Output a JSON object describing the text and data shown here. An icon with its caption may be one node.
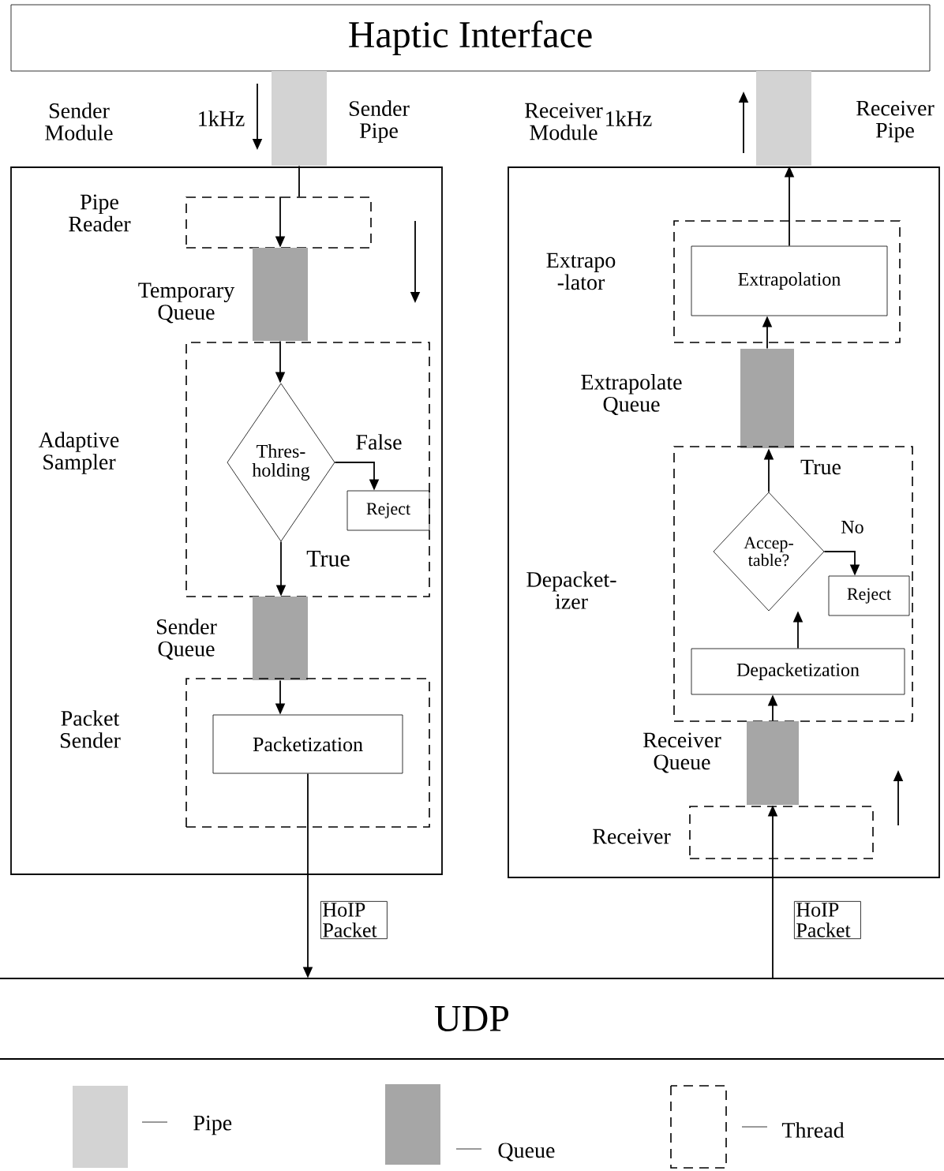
{
  "diagram": {
    "nodes": [
      {
        "text": [
          "Haptic Interface"
        ]
      },
      {
        "text": [
          "Sender Module"
        ]
      },
      {
        "text": [],
        "shape": "bar",
        "beside": [
          "Sender Pipe"
        ]
      },
      {
        "text": [],
        "shape": "box",
        "in": 1,
        "beside": [
          "Pipe Reader"
        ]
      },
      {
        "text": [],
        "shape": "bar",
        "in": 1,
        "beside": [
          "Temporary Queue"
        ]
      },
      {
        "text": [],
        "shape": "box",
        "in": 1,
        "beside": [
          "Adaptive Sampler"
        ]
      },
      {
        "text": [
          "Thres- holding"
        ],
        "in": 5
      },
      {
        "text": [
          "Reject"
        ],
        "in": 5
      },
      {
        "text": [],
        "shape": "bar",
        "in": 1,
        "beside": [
          "Sender Queue"
        ]
      },
      {
        "text": [],
        "shape": "box",
        "in": 1,
        "beside": [
          "Packet Sender"
        ]
      },
      {
        "text": [
          "Packetization"
        ],
        "in": 9
      },
      {
        "text": [
          "Receiver Module"
        ]
      },
      {
        "text": [],
        "shape": "bar",
        "beside": [
          "Receiver Pipe"
        ]
      },
      {
        "text": [],
        "shape": "box",
        "in": 11,
        "beside": [
          "Extrapo -lator"
        ]
      },
      {
        "text": [
          "Extrapolation"
        ],
        "in": 13
      },
      {
        "text": [],
        "shape": "bar",
        "in": 11,
        "beside": [
          "Extrapolate Queue"
        ]
      },
      {
        "text": [],
        "shape": "box",
        "in": 11,
        "beside": [
          "Depacket- izer"
        ]
      },
      {
        "text": [
          "Accep- table?"
        ],
        "in": 16
      },
      {
        "text": [
          "Reject"
        ],
        "in": 16
      },
      {
        "text": [
          "Depacketization"
        ],
        "in": 16
      },
      {
        "text": [],
        "shape": "bar",
        "in": 11,
        "beside": [
          "Receiver Queue"
        ]
      },
      {
        "text": [],
        "shape": "box",
        "in": 11,
        "beside": [
          "Receiver"
        ]
      },
      {
        "text": [
          "UDP"
        ]
      }
    ],
    "edges": [
      {
        "from": 2,
        "to": 3,
        "arrow": "none"
      },
      {
        "from": 3,
        "to": 4,
        "arrow": "to"
      },
      {
        "from": 4,
        "to": 6,
        "arrow": "to"
      },
      {
        "from": 6,
        "to": 7,
        "arrow": "to",
        "label": "False"
      },
      {
        "from": 6,
        "to": 8,
        "arrow": "to",
        "label": "True"
      },
      {
        "from": 8,
        "to": 10,
        "arrow": "to"
      },
      {
        "from": 10,
        "to": 22,
        "arrow": "to",
        "label": "HoIP Packet"
      },
      {
        "from": 22,
        "to": 21,
        "arrow": "none",
        "label": "HoIP Packet"
      },
      {
        "from": 21,
        "to": 20,
        "arrow": "to"
      },
      {
        "from": 20,
        "to": 19,
        "arrow": "to"
      },
      {
        "from": 19,
        "to": 17,
        "arrow": "to"
      },
      {
        "from": 17,
        "to": 18,
        "arrow": "to",
        "label": "No"
      },
      {
        "from": 17,
        "to": 15,
        "arrow": "to",
        "label": "True"
      },
      {
        "from": 15,
        "to": 14,
        "arrow": "to"
      },
      {
        "from": 14,
        "to": 12,
        "arrow": "to"
      }
    ],
    "labels": [
      "1kHz",
      "1kHz"
    ],
    "legend": [
      {
        "text": "Pipe",
        "color": "#d3d3d3"
      },
      {
        "text": "Queue",
        "color": "#a6a6a6"
      },
      {
        "text": "Thread"
      }
    ]
  }
}
